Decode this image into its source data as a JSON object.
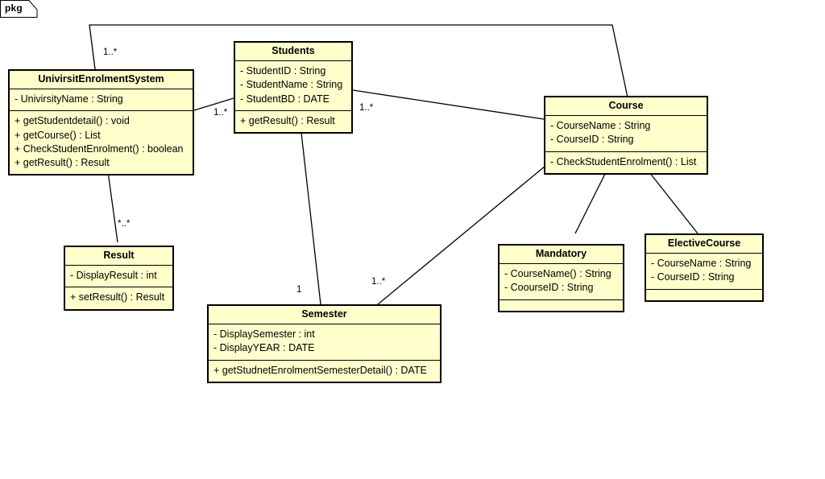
{
  "diagram": {
    "type": "uml-class-diagram",
    "package_label": "pkg",
    "background": "#ffffff",
    "class_fill": "#ffffcc",
    "class_stroke": "#000000",
    "classes": [
      {
        "id": "univirsit-enrolment-system",
        "name": "UnivirsitEnrolmentSystem",
        "attributes": [
          "- UnivirsityName : String"
        ],
        "operations": [
          "+ getStudentdetail() : void",
          "+ getCourse() : List",
          "+ CheckStudentEnrolment() : boolean",
          "+ getResult() : Result"
        ]
      },
      {
        "id": "students",
        "name": "Students",
        "attributes": [
          "- StudentID : String",
          "- StudentName : String",
          "- StudentBD : DATE"
        ],
        "operations": [
          "+ getResult() : Result"
        ]
      },
      {
        "id": "course",
        "name": "Course",
        "attributes": [
          "- CourseName : String",
          "- CourseID : String"
        ],
        "operations": [
          "- CheckStudentEnrolment() : List"
        ]
      },
      {
        "id": "result",
        "name": "Result",
        "attributes": [
          "- DisplayResult : int"
        ],
        "operations": [
          "+ setResult() : Result"
        ]
      },
      {
        "id": "semester",
        "name": "Semester",
        "attributes": [
          "- DisplaySemester : int",
          "- DisplayYEAR : DATE"
        ],
        "operations": [
          "+ getStudnetEnrolmentSemesterDetail() : DATE"
        ]
      },
      {
        "id": "mandatory",
        "name": "Mandatory",
        "attributes": [
          "- CourseName() : String",
          "- CoourseID : String"
        ],
        "operations": []
      },
      {
        "id": "elective-course",
        "name": "ElectiveCourse",
        "attributes": [
          "- CourseName : String",
          "- CourseID : String"
        ],
        "operations": []
      }
    ],
    "multiplicities": {
      "system_to_course": "1..*",
      "system_to_students": "1..*",
      "students_to_course": "1..*",
      "system_to_result": "*..*",
      "students_to_semester": "1",
      "course_to_semester": "1..*"
    },
    "associations": [
      {
        "from": "univirsit-enrolment-system",
        "to": "course",
        "kind": "association",
        "label": "1..*"
      },
      {
        "from": "univirsit-enrolment-system",
        "to": "students",
        "kind": "association",
        "label": "1..*"
      },
      {
        "from": "students",
        "to": "course",
        "kind": "association",
        "label": "1..*"
      },
      {
        "from": "univirsit-enrolment-system",
        "to": "result",
        "kind": "association",
        "label": "*..*"
      },
      {
        "from": "students",
        "to": "semester",
        "kind": "association",
        "label": "1"
      },
      {
        "from": "course",
        "to": "semester",
        "kind": "association",
        "label": "1..*"
      },
      {
        "from": "course",
        "to": "mandatory",
        "kind": "composition",
        "label": ""
      },
      {
        "from": "course",
        "to": "elective-course",
        "kind": "composition",
        "label": ""
      }
    ]
  }
}
